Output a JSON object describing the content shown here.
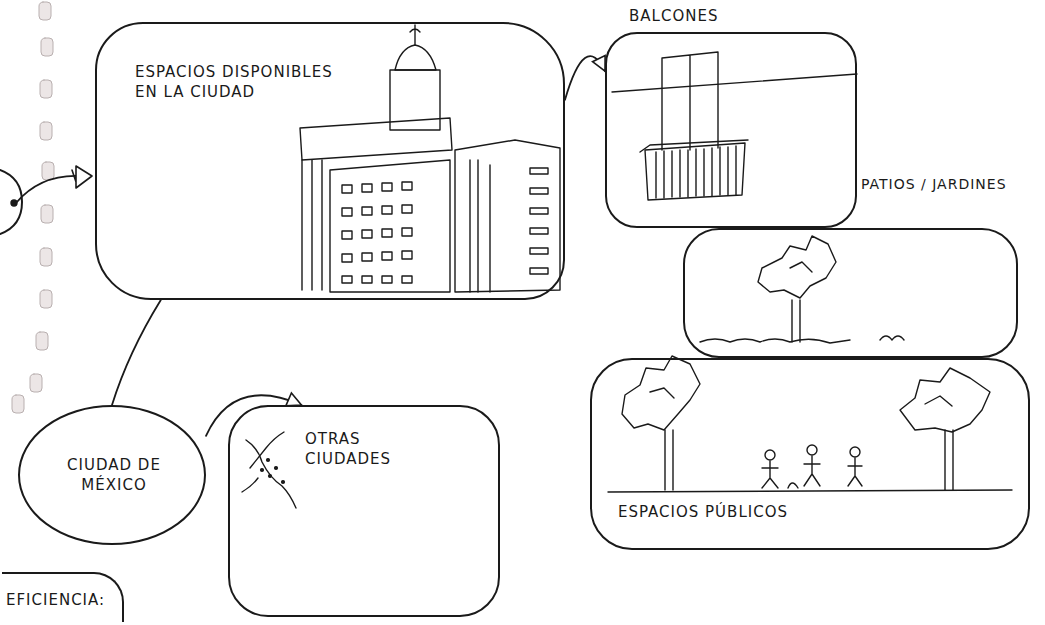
{
  "diagram": {
    "nodes": [
      {
        "text": [
          "ESPACIOS DISPONIBLES EN LA CIUDAD"
        ]
      },
      {
        "text": [
          "BALCONES"
        ]
      },
      {
        "text": [
          "PATIOS / JARDINES"
        ]
      },
      {
        "text": [
          "ESPACIOS PÚBLICOS"
        ]
      },
      {
        "text": [
          "CIUDAD DE MÉXICO"
        ]
      },
      {
        "text": [
          "OTRAS CIUDADES"
        ]
      },
      {
        "text": [
          "EFICIENCIA:"
        ]
      }
    ],
    "edges": [
      {
        "from": 0,
        "to": 1,
        "arrow": "to"
      },
      {
        "from": 0,
        "to": 4,
        "arrow": "none"
      },
      {
        "from": 4,
        "to": 5,
        "arrow": "to"
      }
    ]
  }
}
